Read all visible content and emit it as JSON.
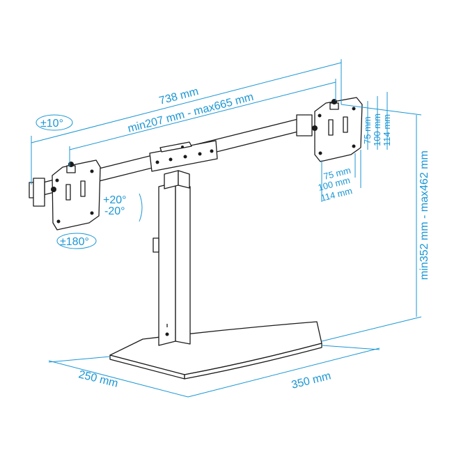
{
  "labels": {
    "total_width": "738 mm",
    "arm_range": "min207 mm - max665 mm",
    "swivel": "±10°",
    "tilt_up": "+20°",
    "tilt_down": "-20°",
    "rotation": "±180°",
    "vesa_v_75": "75 mm",
    "vesa_v_100": "100 mm",
    "vesa_v_114": "114 mm",
    "vesa_h_75": "75 mm",
    "vesa_h_100": "100 mm",
    "vesa_h_114": "114 mm",
    "height_range": "min352 mm - max462 mm",
    "base_depth": "250 mm",
    "base_width": "350 mm"
  },
  "colors": {
    "accent": "#1a96d4",
    "line": "#1a1a1a"
  }
}
